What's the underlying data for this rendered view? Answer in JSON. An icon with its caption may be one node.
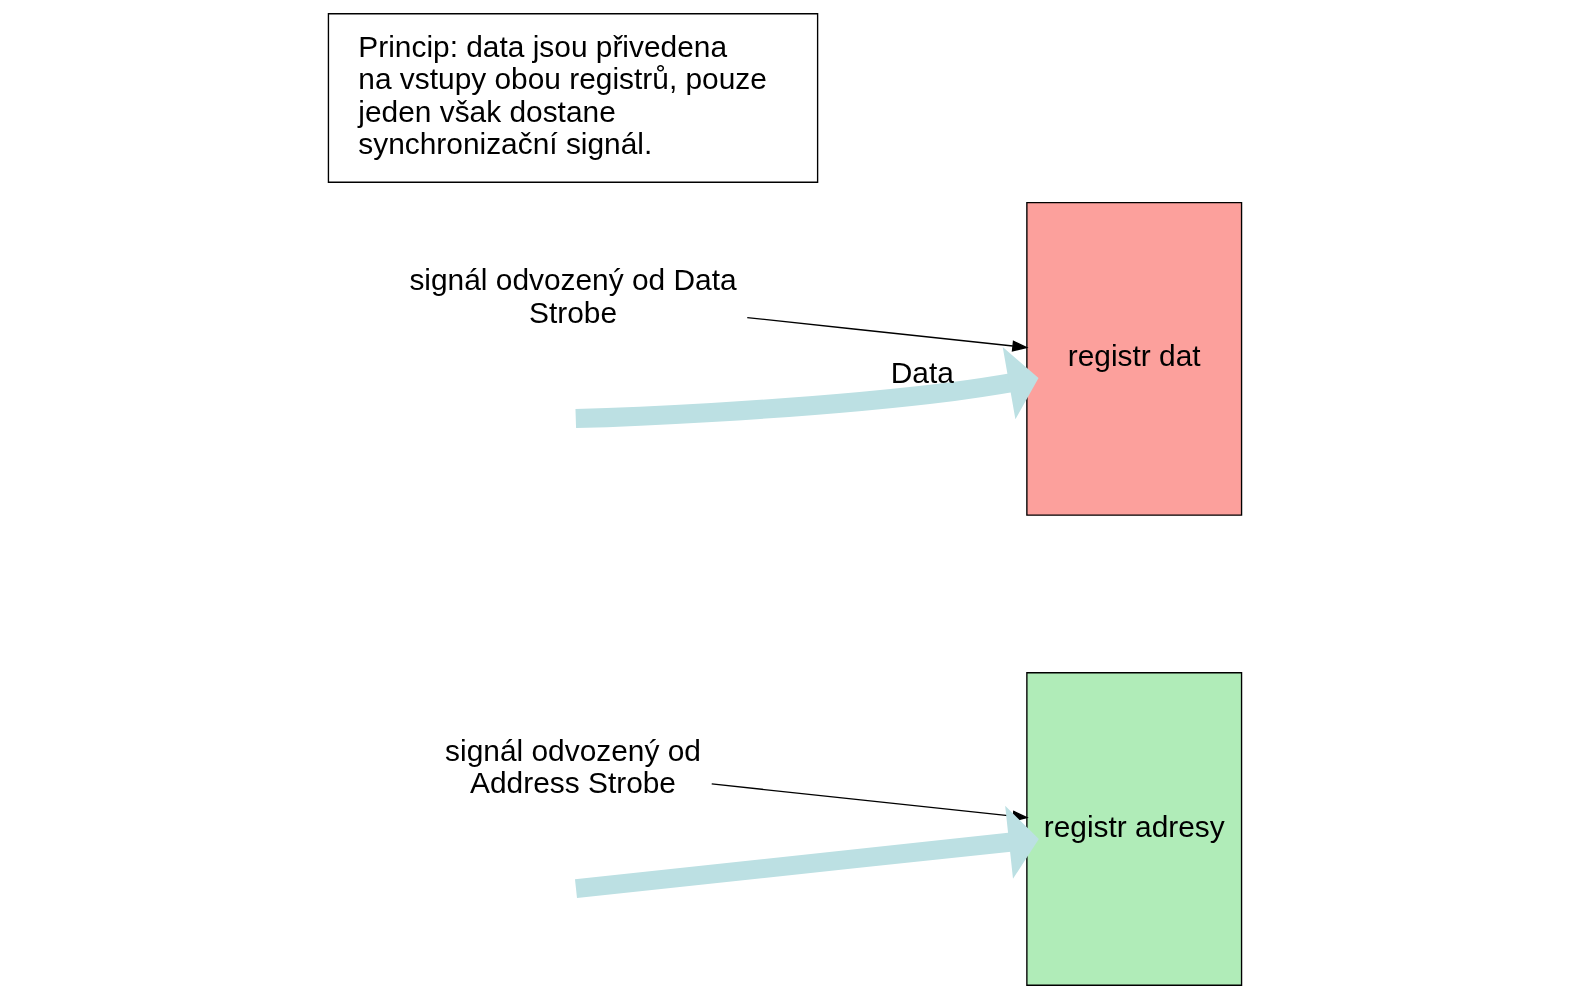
{
  "diagram": {
    "nodes": [
      {
        "text": [
          "registr dat"
        ]
      },
      {
        "text": [
          "registr adresy"
        ]
      },
      {
        "text": [
          "signál odvozený od Data Strobe"
        ]
      },
      {
        "text": [
          "signál odvozený od Address Strobe"
        ]
      },
      {
        "text": [
          "Princip: data jsou přivedena na vstupy obou registrů, pouze jeden však dostane synchronizační signál."
        ]
      }
    ],
    "edges": [
      {
        "from": null,
        "to": 0,
        "arrow": "to",
        "label": "Data",
        "style": "thick",
        "color": "#bce0e3"
      },
      {
        "from": null,
        "to": 1,
        "arrow": "to",
        "style": "thick",
        "color": "#bce0e3"
      },
      {
        "from": 2,
        "to": 0,
        "arrow": "to",
        "color": "#000000"
      },
      {
        "from": 3,
        "to": 1,
        "arrow": "to",
        "color": "#000000"
      }
    ]
  }
}
